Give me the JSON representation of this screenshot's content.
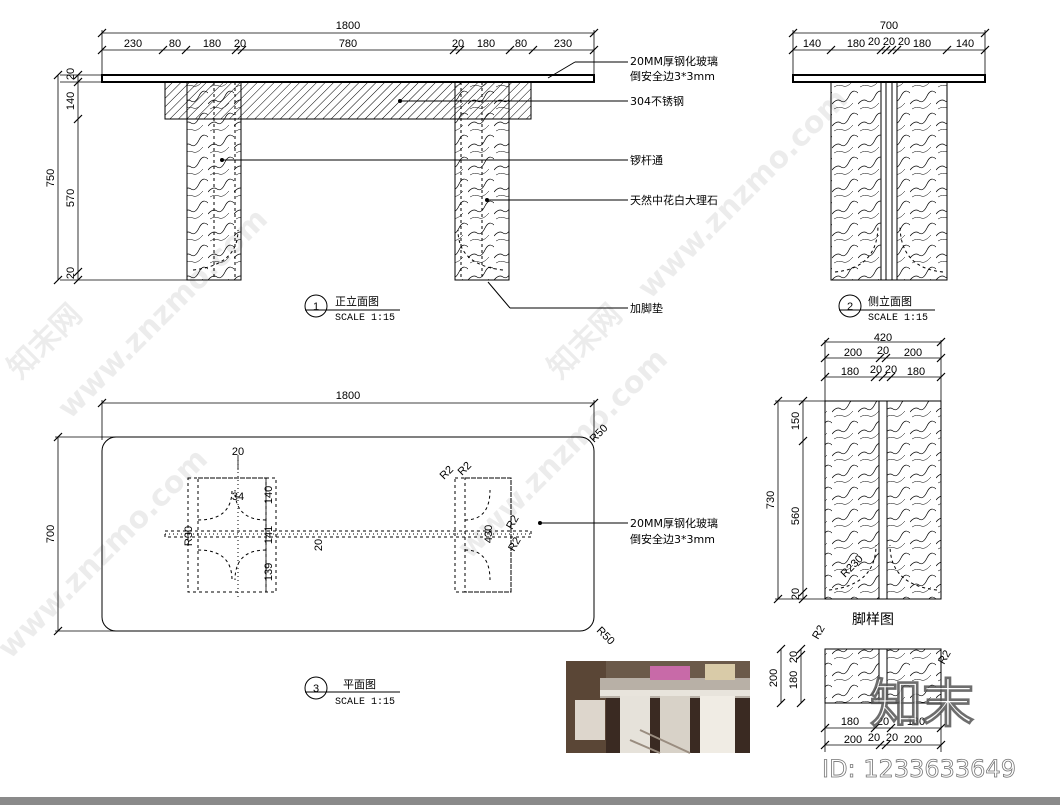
{
  "views": {
    "front_title": "正立面图",
    "front_num": "1",
    "front_scale": "SCALE 1:15",
    "side_title": "侧立面图",
    "side_num": "2",
    "side_scale": "SCALE 1:15",
    "plan_title": "平面图",
    "plan_num": "3",
    "plan_scale": "SCALE 1:15",
    "leg_title": "脚样图"
  },
  "callouts": {
    "glass_l1": "20MM厚钢化玻璃",
    "glass_l2": "倒安全边3*3mm",
    "steel": "304不锈钢",
    "rod": "锣杆通",
    "marble": "天然中花白大理石",
    "pad": "加脚垫",
    "plan_glass_l1": "20MM厚钢化玻璃",
    "plan_glass_l2": "倒安全边3*3mm"
  },
  "dims": {
    "front_total": "1800",
    "front_segs": [
      "230",
      "80",
      "180",
      "20",
      "780",
      "20",
      "180",
      "80",
      "230"
    ],
    "front_left": [
      "20",
      "140",
      "570",
      "20"
    ],
    "front_height": "750",
    "side_total": "700",
    "side_segs": [
      "140",
      "180",
      "20",
      "20",
      "20",
      "180",
      "140"
    ],
    "plan_total": "1800",
    "plan_height": "700",
    "plan_r_top": "R50",
    "plan_r_bottom": "R50",
    "plan_small": [
      "20",
      "34",
      "140",
      "141",
      "139",
      "20",
      "R30",
      "R2",
      "R2",
      "430",
      "R2",
      "R2"
    ],
    "leg_top": "420",
    "leg_row1": [
      "200",
      "20",
      "200"
    ],
    "leg_row2": [
      "180",
      "20",
      "20",
      "180"
    ],
    "leg_left": [
      "150",
      "560",
      "20"
    ],
    "leg_height": "730",
    "leg_arc": "R230",
    "foot_left": [
      "20",
      "180"
    ],
    "foot_height": "200",
    "foot_inner": "R2",
    "foot_r": "R2",
    "foot_bottom1": [
      "180",
      "20",
      "180"
    ],
    "foot_bottom2": [
      "200",
      "20",
      "20",
      "200"
    ]
  },
  "watermarks": [
    "www.znzmo.com",
    "知末网",
    "www.znzmo.com",
    "知末网",
    "www.znzmo.com",
    "www.znzmo.com"
  ],
  "brand": {
    "logo_text": "知末",
    "id_text": "ID: 1233633649"
  }
}
